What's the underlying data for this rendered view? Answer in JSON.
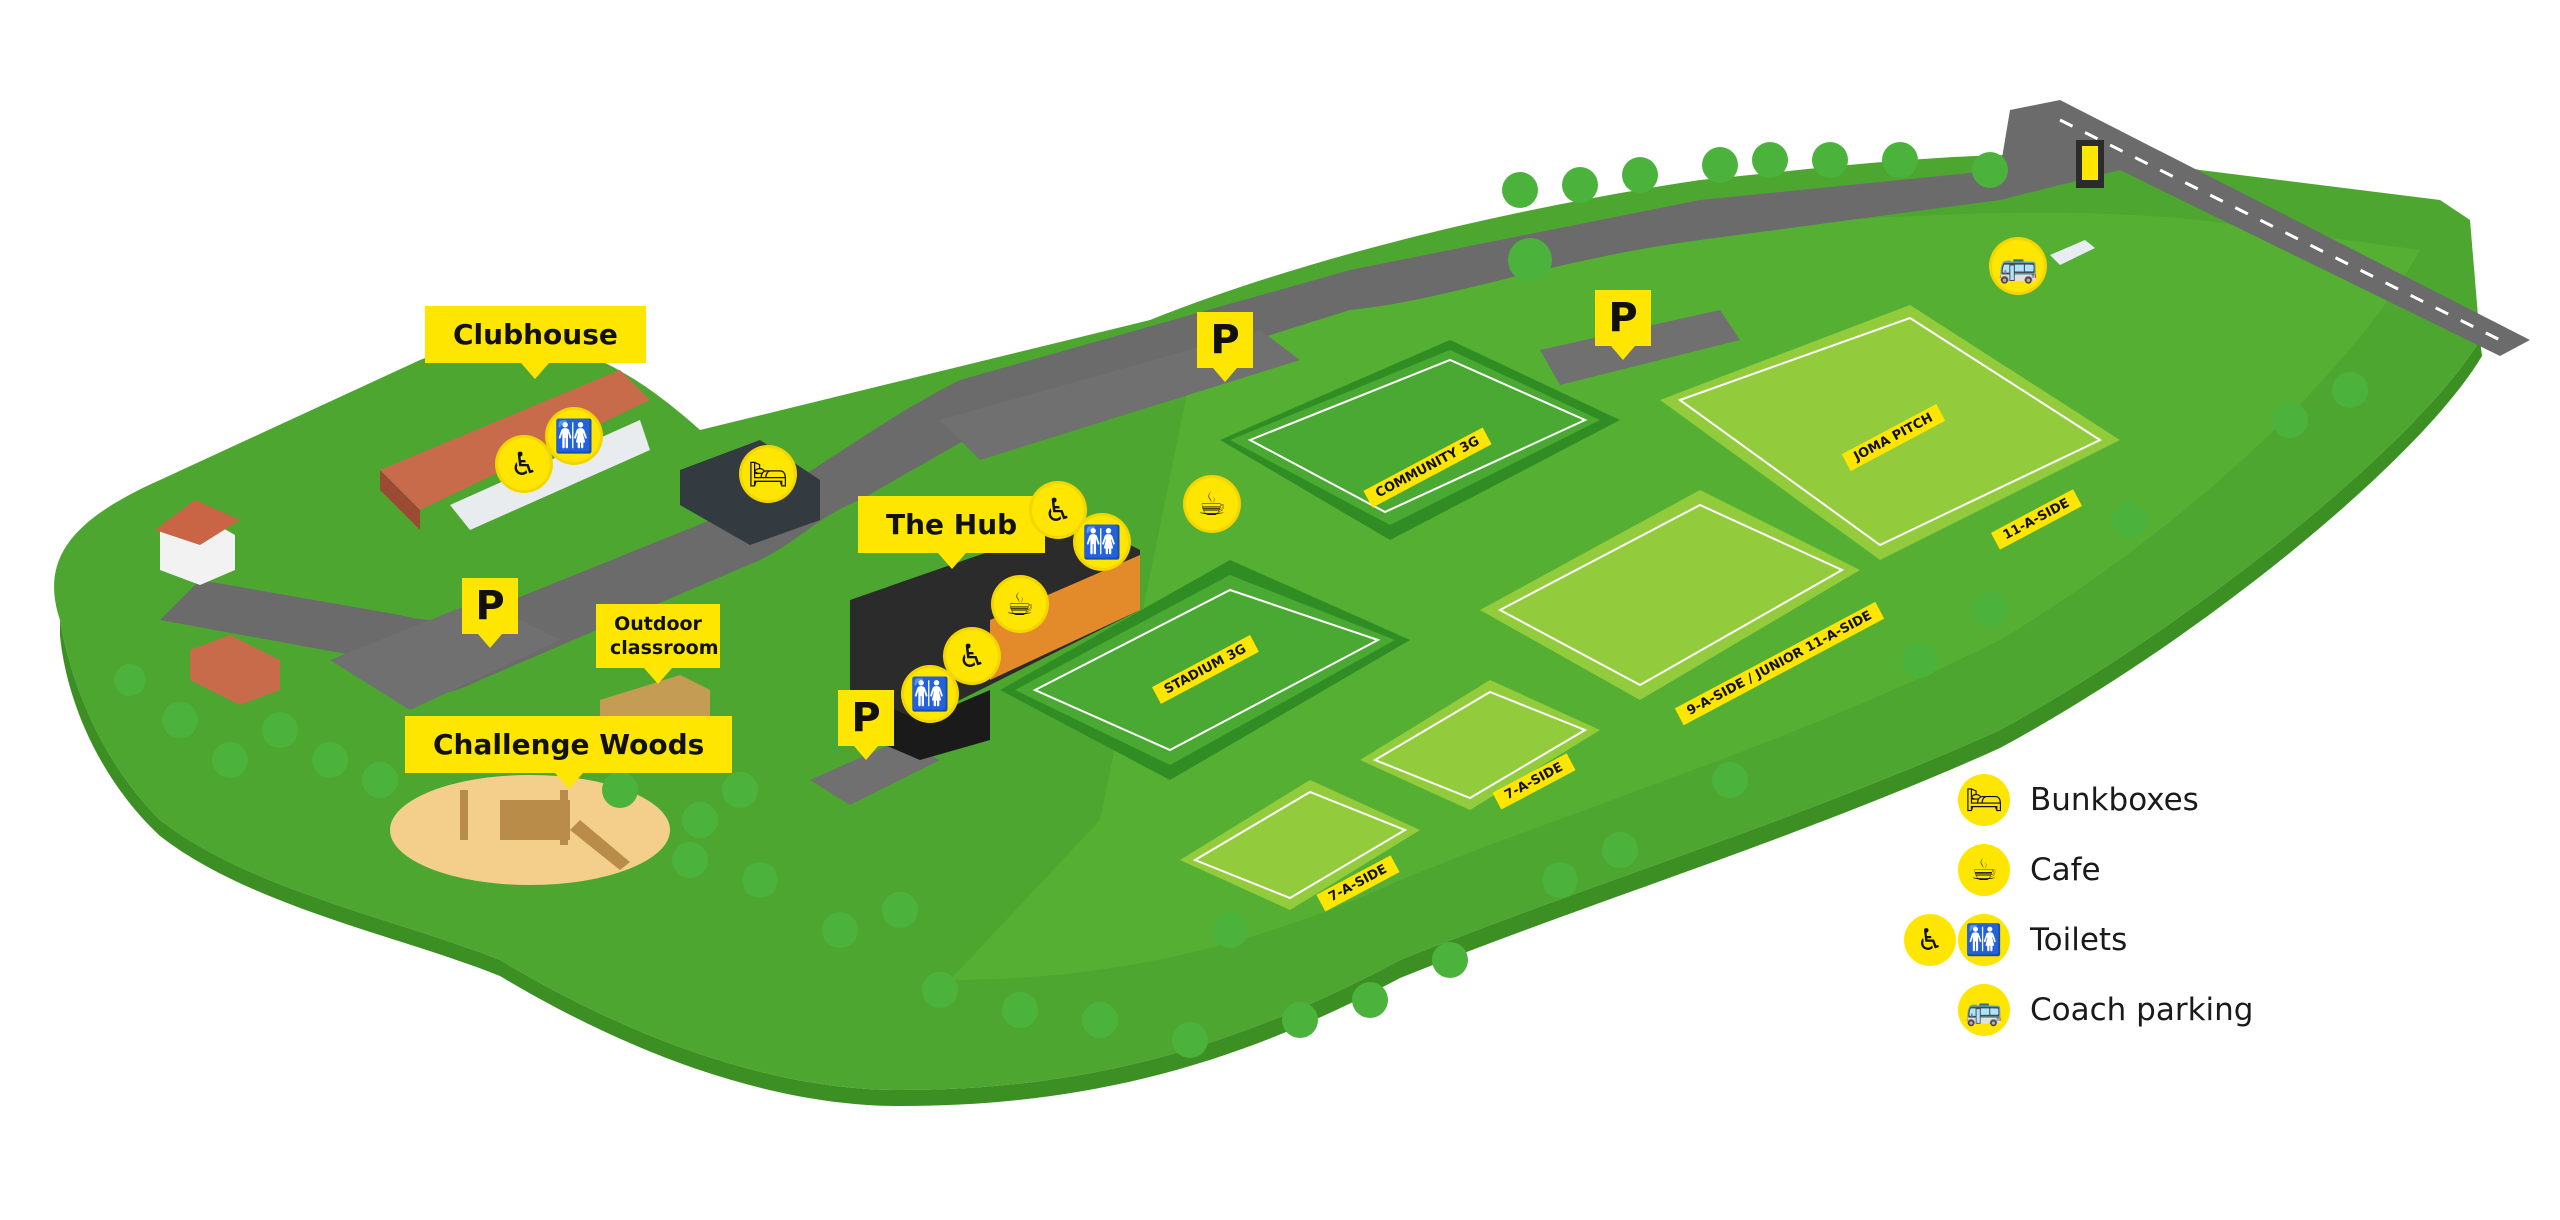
{
  "colors": {
    "grass": "#4da62f",
    "grass_dark": "#3c8f22",
    "grass_light": "#64bf3c",
    "road": "#7a7a7a",
    "pitch": "#3fa32a",
    "pitch_stripe": "#5cb83a",
    "pitch_light": "#92cc3c",
    "pitch_light_stripe": "#a9d84a",
    "accent": "#ffe600",
    "sand": "#f4cf8c",
    "building_brick": "#c86b4a",
    "building_dark": "#2b2b2b"
  },
  "map": {
    "labels": {
      "clubhouse": "Clubhouse",
      "the_hub": "The Hub",
      "outdoor_classroom": "Outdoor classroom",
      "challenge_woods": "Challenge Woods"
    },
    "parking_symbol": "P",
    "pitches": {
      "community_3g": "COMMUNITY 3G",
      "stadium_3g": "STADIUM 3G",
      "joma_pitch": "JOMA PITCH",
      "eleven_a_side": "11-A-SIDE",
      "nine_a_side": "9-A-SIDE / JUNIOR 11-A-SIDE",
      "seven_a_side_1": "7-A-SIDE",
      "seven_a_side_2": "7-A-SIDE"
    },
    "icons": {
      "bunkbox": "bed-icon",
      "cafe": "coffee-cup-icon",
      "toilet_accessible": "wheelchair-icon",
      "toilet": "toilet-icon",
      "coach": "bus-icon"
    }
  },
  "legend": {
    "items": [
      {
        "label": "Bunkboxes",
        "icon": "bed-icon"
      },
      {
        "label": "Cafe",
        "icon": "coffee-cup-icon"
      },
      {
        "label": "Toilets",
        "icon": "toilet-icon"
      },
      {
        "label": "Coach parking",
        "icon": "bus-icon"
      }
    ]
  }
}
